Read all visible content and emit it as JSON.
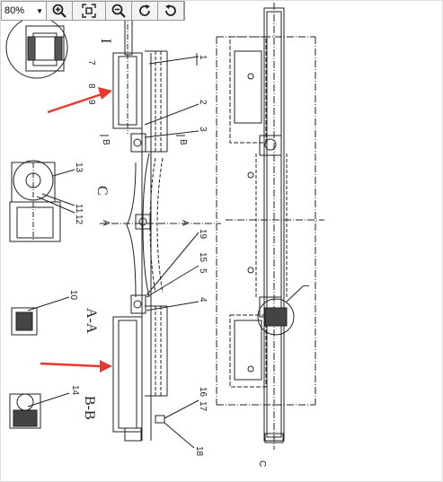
{
  "toolbar": {
    "zoom_value": "80%",
    "zoom_caret": "▼",
    "buttons": [
      "zoom-in-icon",
      "fit-page-icon",
      "zoom-out-icon",
      "rotate-clockwise-icon",
      "rotate-counterclockwise-icon"
    ]
  },
  "drawing": {
    "section_I": "I",
    "section_C": "C",
    "label_B_left": "B",
    "label_B_right": "B",
    "label_A_left": "A",
    "label_A_right": "A",
    "view_AA": "A-A",
    "view_BB": "B-B",
    "view_C": "C",
    "view_I": "I",
    "parts": [
      "1",
      "2",
      "3",
      "4",
      "5",
      "7",
      "8",
      "9",
      "10",
      "11",
      "12",
      "13",
      "14",
      "15",
      "16",
      "17",
      "18",
      "19"
    ]
  },
  "colors": {
    "arrow": "#e8382c",
    "line": "#222222"
  }
}
